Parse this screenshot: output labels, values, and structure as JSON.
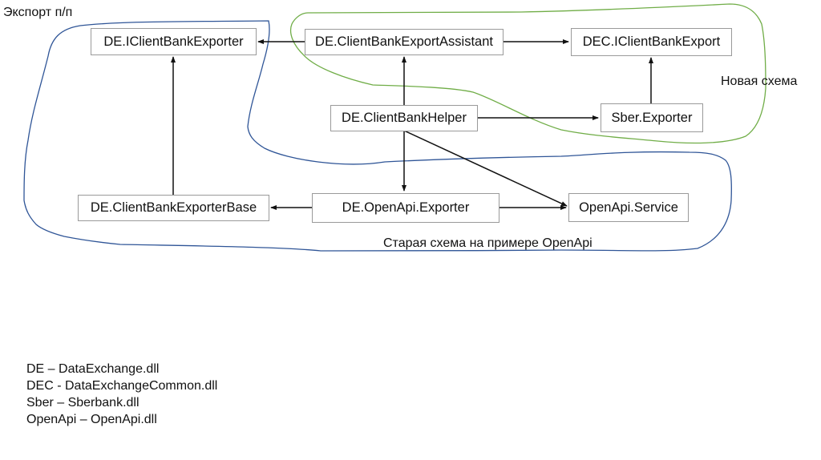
{
  "title": "Экспорт п/п",
  "regions": {
    "new_scheme_label": "Новая схема",
    "old_scheme_label": "Старая схема на примере OpenApi",
    "new_scheme_color": "#70ad47",
    "old_scheme_color": "#2f5597"
  },
  "nodes": {
    "iclient_bank_exporter": "DE.IClientBankExporter",
    "client_bank_export_assistant": "DE.ClientBankExportAssistant",
    "dec_iclient_bank_export": "DEC.IClientBankExport",
    "client_bank_helper": "DE.ClientBankHelper",
    "sber_exporter": "Sber.Exporter",
    "client_bank_exporter_base": "DE.ClientBankExporterBase",
    "openapi_exporter": "DE.OpenApi.Exporter",
    "openapi_service": "OpenApi.Service"
  },
  "edges": [
    {
      "from": "client_bank_export_assistant",
      "to": "iclient_bank_exporter"
    },
    {
      "from": "client_bank_export_assistant",
      "to": "dec_iclient_bank_export"
    },
    {
      "from": "client_bank_helper",
      "to": "client_bank_export_assistant"
    },
    {
      "from": "client_bank_helper",
      "to": "sber_exporter"
    },
    {
      "from": "sber_exporter",
      "to": "dec_iclient_bank_export"
    },
    {
      "from": "client_bank_exporter_base",
      "to": "iclient_bank_exporter"
    },
    {
      "from": "client_bank_helper",
      "to": "openapi_exporter"
    },
    {
      "from": "client_bank_helper",
      "to": "openapi_service"
    },
    {
      "from": "openapi_exporter",
      "to": "client_bank_exporter_base"
    },
    {
      "from": "openapi_exporter",
      "to": "openapi_service"
    }
  ],
  "legend": [
    "DE – DataExchange.dll",
    "DEC - DataExchangeCommon.dll",
    "Sber – Sberbank.dll",
    "OpenApi – OpenApi.dll"
  ]
}
